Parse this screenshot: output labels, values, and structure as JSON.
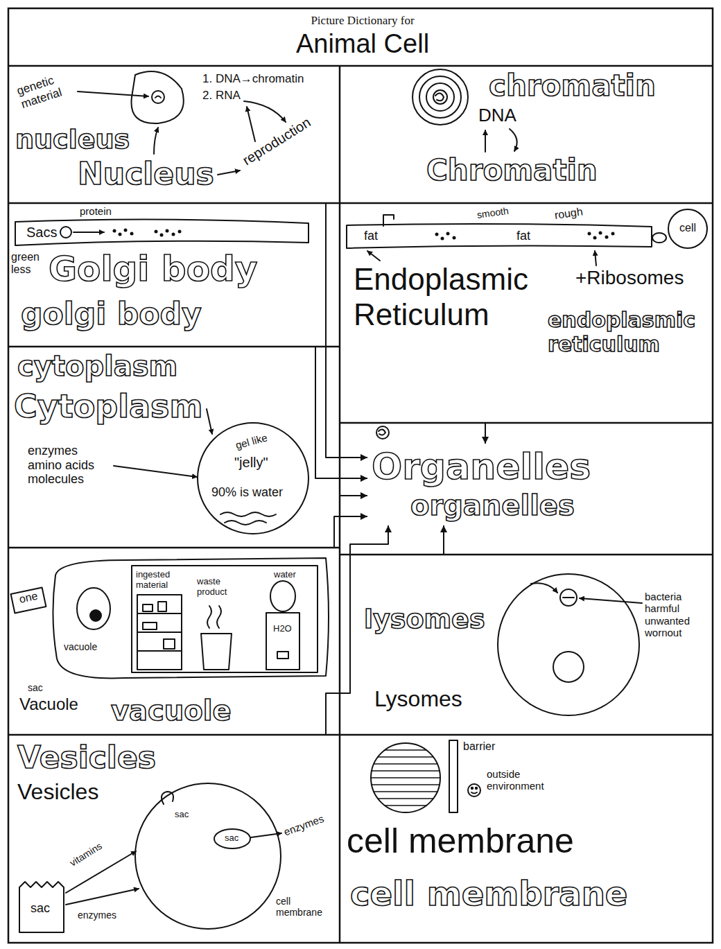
{
  "diagram": {
    "nodes": [
      {
        "text": [
          "Picture Dictionary for",
          "Animal Cell"
        ]
      },
      {
        "text": [
          "genetic material",
          "1. DNA→chromatin",
          "2. RNA",
          "nucleus",
          "Nucleus",
          "reproduction"
        ]
      },
      {
        "text": [
          "chromatin",
          "DNA",
          "Chromatin"
        ]
      },
      {
        "text": [
          "protein",
          "Sacs",
          "green less",
          "Golgi body",
          "golgi body"
        ]
      },
      {
        "text": [
          "fat",
          "smooth",
          "fat",
          "rough",
          "cell",
          "Endoplasmic Reticulum",
          "+Ribosomes",
          "endoplasmic reticulum"
        ]
      },
      {
        "text": [
          "cytoplasm",
          "Cytoplasm",
          "gel like",
          "\"jelly\"",
          "enzymes amino acids molecules",
          "90% is water"
        ]
      },
      {
        "text": [
          "Organelles",
          "organelles"
        ]
      },
      {
        "text": [
          "one",
          "vacuole",
          "ingested material",
          "waste product",
          "water",
          "H2O",
          "sac",
          "Vacuole",
          "vacuole"
        ]
      },
      {
        "text": [
          "lysomes",
          "bacteria harmful unwanted wornout",
          "Lysomes"
        ]
      },
      {
        "text": [
          "Vesicles",
          "Vesicles",
          "sac",
          "sac",
          "enzymes",
          "cell membrane",
          "sac",
          "vitamins",
          "enzymes"
        ]
      },
      {
        "text": [
          "barrier",
          "outside environment",
          "cell membrane",
          "cell membrane"
        ]
      }
    ],
    "edges": [
      {
        "from": 1,
        "to": 6,
        "arrow": "to"
      },
      {
        "from": 3,
        "to": 6,
        "arrow": "to"
      },
      {
        "from": 4,
        "to": 6,
        "arrow": "to"
      },
      {
        "from": 5,
        "to": 6,
        "arrow": "to"
      },
      {
        "from": 7,
        "to": 6,
        "arrow": "to"
      },
      {
        "from": 8,
        "to": 6,
        "arrow": "to"
      },
      {
        "from": 9,
        "to": 6,
        "arrow": "to"
      }
    ]
  }
}
